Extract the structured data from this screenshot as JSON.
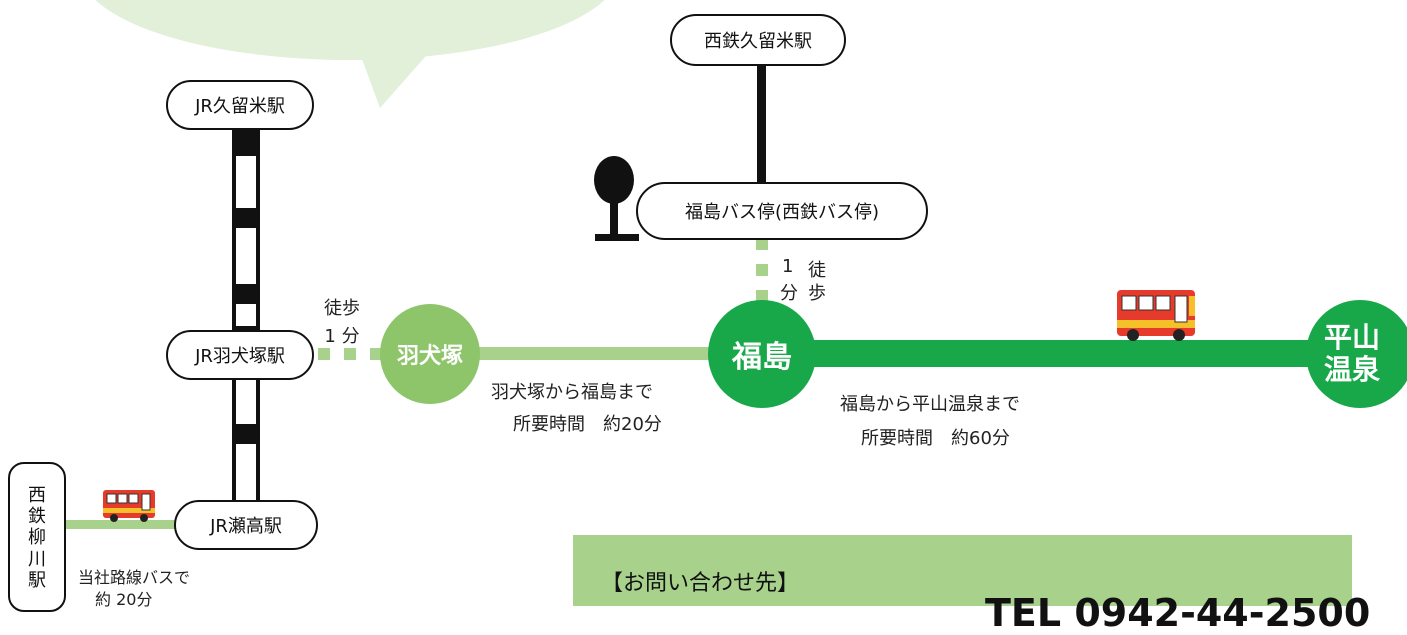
{
  "stations": {
    "jr_kurume": "JR久留米駅",
    "jr_hainuzuka": "JR羽犬塚駅",
    "jr_setaka": "JR瀬高駅",
    "nishitetsu_kurume": "西鉄久留米駅",
    "fukushima_bus_stop": "福島バス停(西鉄バス停)",
    "nishitetsu_yanagawa": [
      "西",
      "鉄",
      "柳",
      "川",
      "駅"
    ]
  },
  "stops": {
    "hainuzuka": "羽犬塚",
    "fukushima": "福島",
    "hirayama_onsen_line1": "平山",
    "hirayama_onsen_line2": "温泉"
  },
  "walk_labels": {
    "hainuzuka_line1": "徒歩",
    "hainuzuka_line2": "1 分",
    "fukushima_col1_line1": "1",
    "fukushima_col1_line2": "分",
    "fukushima_col2_line1": "徒",
    "fukushima_col2_line2": "歩"
  },
  "route_labels": {
    "hainuzuka_fukushima_line1": "羽犬塚から福島まで",
    "hainuzuka_fukushima_line2": "所要時間　約20分",
    "fukushima_hirayama_line1": "福島から平山温泉まで",
    "fukushima_hirayama_line2": "所要時間　約60分",
    "yanagawa_line1": "当社路線バスで",
    "yanagawa_line2": "約 20分"
  },
  "contact": {
    "title": "【お問い合わせ先】",
    "tel": "TEL 0942-44-2500"
  },
  "colors": {
    "light_green": "#a8d18c",
    "mid_green": "#8ec46a",
    "dark_green": "#18a84a",
    "bubble_green": "#e2efd9",
    "rail_black": "#111111"
  },
  "icons": [
    "speech-bubble",
    "bus-icon",
    "bus-stop-sign-icon",
    "rail-track"
  ]
}
